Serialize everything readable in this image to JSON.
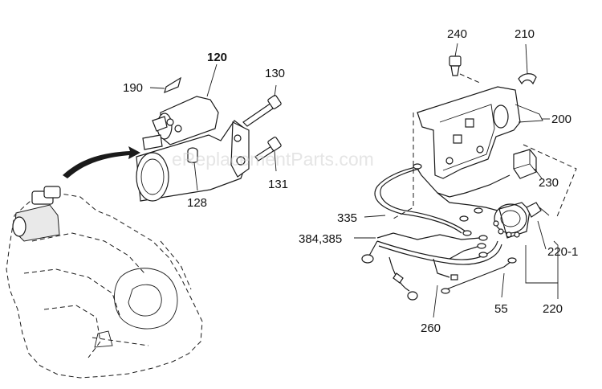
{
  "watermark": "eReplacementParts.com",
  "callouts": {
    "c120": "120",
    "c190": "190",
    "c130": "130",
    "c131": "131",
    "c128": "128",
    "c240": "240",
    "c210": "210",
    "c200": "200",
    "c230": "230",
    "c335": "335",
    "c384": "384,385",
    "c220_1": "220-1",
    "c220": "220",
    "c55": "55",
    "c260": "260"
  }
}
